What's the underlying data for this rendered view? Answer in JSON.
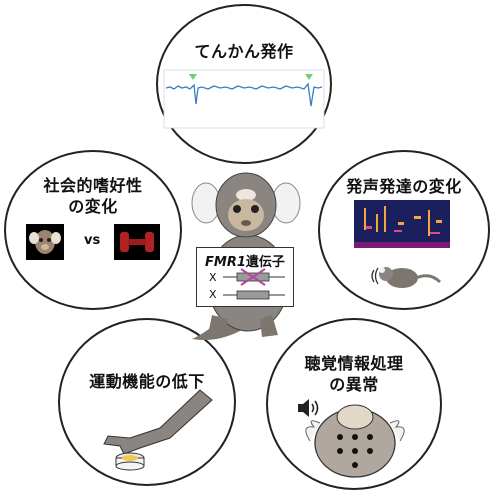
{
  "center": {
    "gene_name": "FMR1",
    "gene_suffix": "遺伝子",
    "chromosomes": [
      "X",
      "X"
    ]
  },
  "panels": {
    "seizure": {
      "title": "てんかん発作"
    },
    "social": {
      "title_line1": "社会的嗜好性",
      "title_line2": "の変化",
      "vs_label": "vs"
    },
    "vocal": {
      "title": "発声発達の変化"
    },
    "motor": {
      "title": "運動機能の低下"
    },
    "auditory": {
      "title_line1": "聴覚情報処理",
      "title_line2": "の異常"
    }
  },
  "colors": {
    "outline": "#222222",
    "eeg_trace": "#3a7fc1",
    "eeg_marker": "#6fd06f",
    "deleted_gene": "#b4459b",
    "gene_bar": "#9a9a9a",
    "monkey_body": "#8a8580",
    "monkey_fur_white": "#f2f2f2",
    "dumbbell": "#b22222",
    "spectrogram_bg": "#1b1f5e"
  },
  "icons": [
    "speaker-icon",
    "sound-wave-icon",
    "dumbbell-icon",
    "hand-icon",
    "food-cup-icon"
  ]
}
